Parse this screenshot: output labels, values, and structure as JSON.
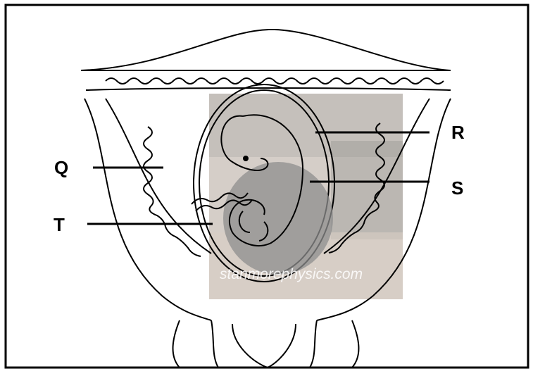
{
  "diagram": {
    "labels": {
      "q": "Q",
      "r": "R",
      "s": "S",
      "t": "T"
    },
    "watermark": "stanmorephysics.com"
  },
  "colors": {
    "line": "#000000",
    "photo_overlay": "#b9b0a8",
    "amniotic_fill": "#9a9a9a",
    "background": "#ffffff"
  }
}
